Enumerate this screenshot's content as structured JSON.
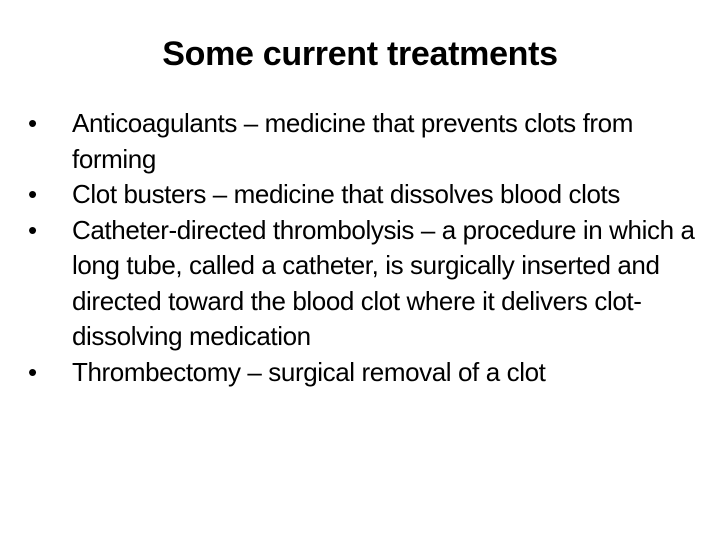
{
  "slide": {
    "title": "Some current treatments",
    "bullet_char": "•",
    "items": [
      {
        "text": "Anticoagulants – medicine that prevents clots from forming"
      },
      {
        "text": "Clot busters – medicine that dissolves blood clots"
      },
      {
        "text": "Catheter-directed thrombolysis – a procedure in which a long tube, called a catheter, is surgically inserted and directed toward the blood clot where it delivers clot-dissolving medication"
      },
      {
        "text": "Thrombectomy – surgical removal of a clot"
      }
    ]
  }
}
